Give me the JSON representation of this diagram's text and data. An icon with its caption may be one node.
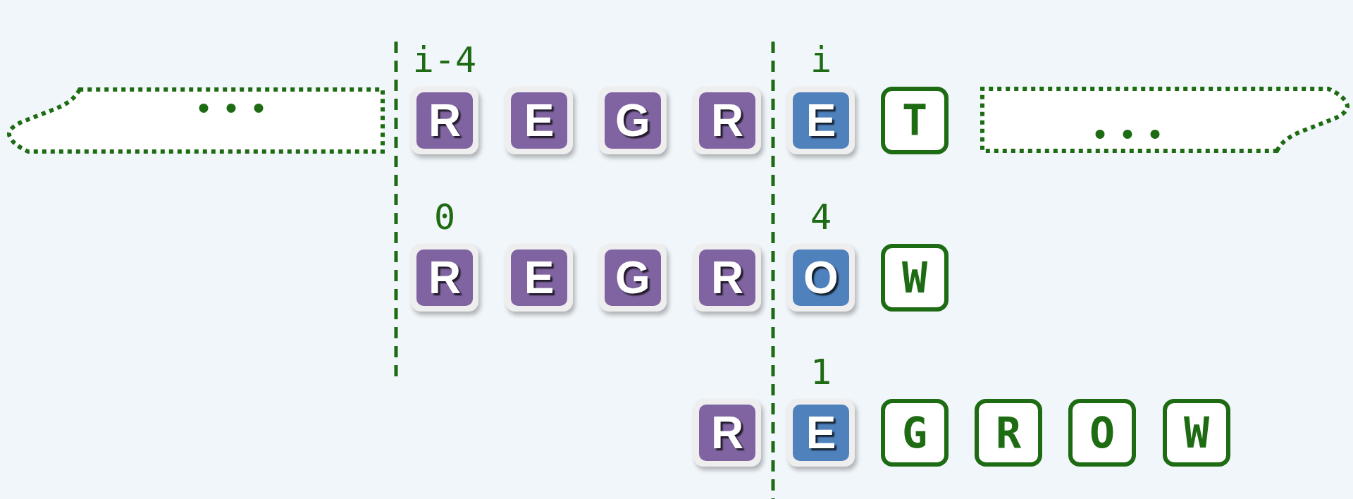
{
  "diagram": {
    "nodes": [
      {
        "text": [
          "..."
        ]
      },
      {
        "text": [
          "R"
        ],
        "beside": [
          "i-4"
        ]
      },
      {
        "text": [
          "E"
        ]
      },
      {
        "text": [
          "G"
        ]
      },
      {
        "text": [
          "R"
        ]
      },
      {
        "text": [
          "E"
        ],
        "beside": [
          "i"
        ]
      },
      {
        "text": [
          "T"
        ]
      },
      {
        "text": [
          "..."
        ]
      },
      {
        "text": [
          "R"
        ],
        "beside": [
          "0"
        ]
      },
      {
        "text": [
          "E"
        ]
      },
      {
        "text": [
          "G"
        ]
      },
      {
        "text": [
          "R"
        ]
      },
      {
        "text": [
          "O"
        ],
        "beside": [
          "4"
        ]
      },
      {
        "text": [
          "W"
        ]
      },
      {
        "text": [
          "R"
        ]
      },
      {
        "text": [
          "E"
        ],
        "beside": [
          "1"
        ]
      },
      {
        "text": [
          "G"
        ]
      },
      {
        "text": [
          "R"
        ]
      },
      {
        "text": [
          "O"
        ]
      },
      {
        "text": [
          "W"
        ]
      }
    ]
  }
}
